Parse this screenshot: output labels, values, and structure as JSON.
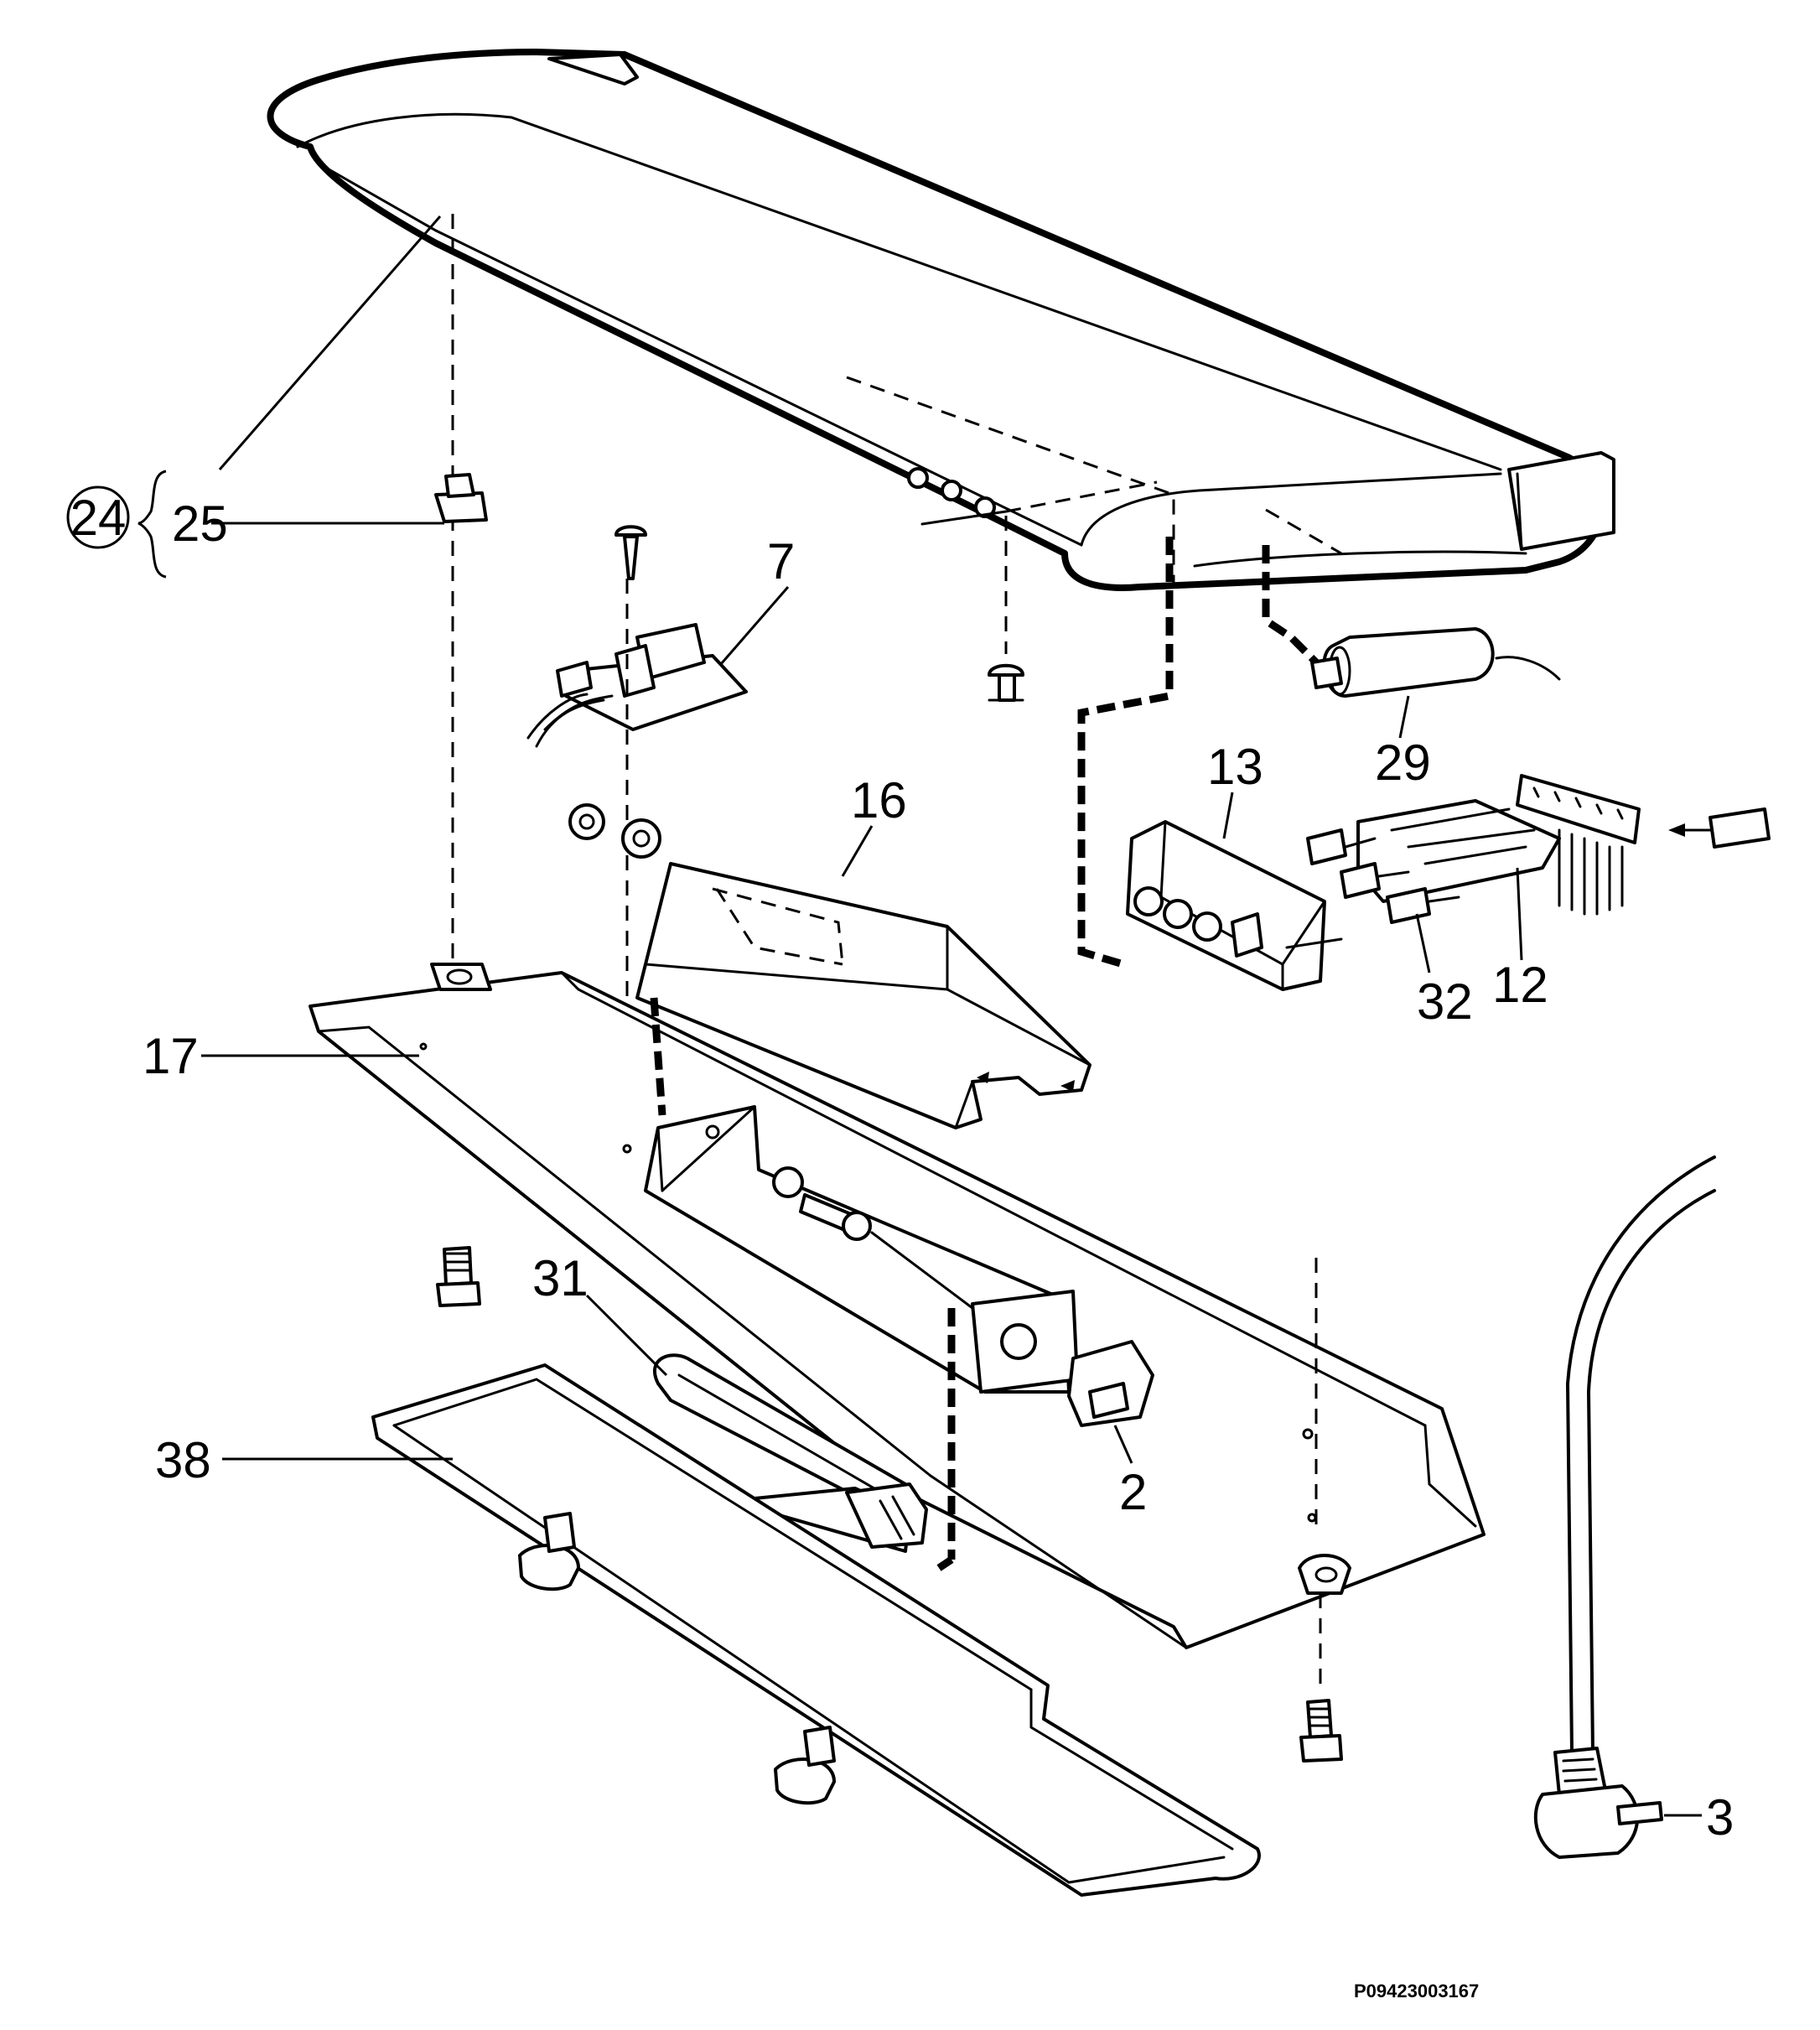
{
  "diagram": {
    "callouts": {
      "c24": "24",
      "c25": "25",
      "c7": "7",
      "c16": "16",
      "c13": "13",
      "c29": "29",
      "c12": "12",
      "c32": "32",
      "c17": "17",
      "c31": "31",
      "c38": "38",
      "c2": "2",
      "c3": "3"
    },
    "drawing_code": "P09423003167"
  }
}
